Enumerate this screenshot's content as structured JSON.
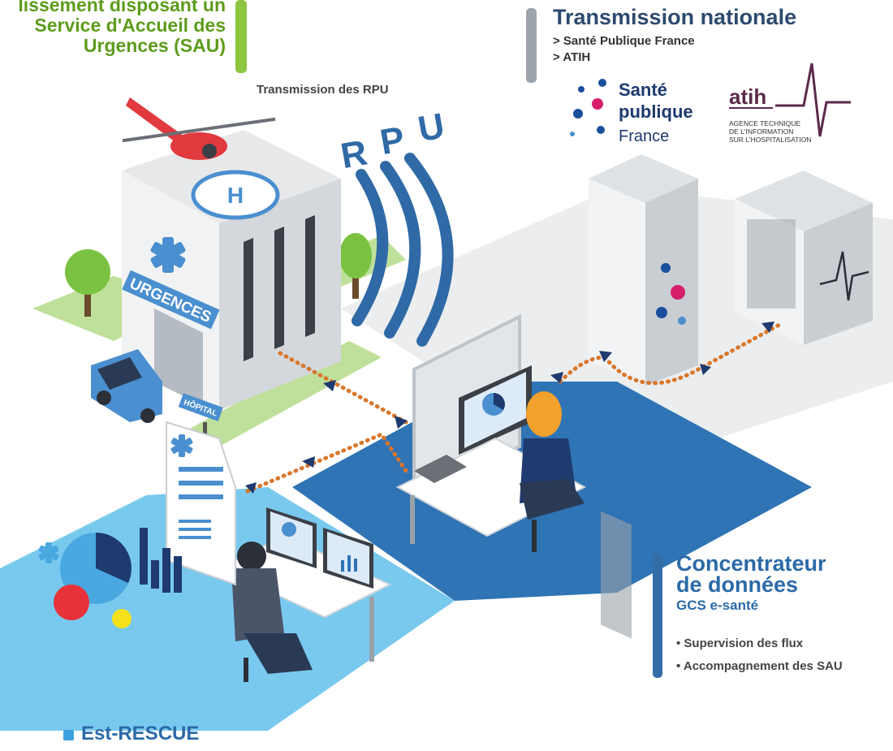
{
  "etablissement": {
    "title": "lissement disposant un Service d'Accueil des Urgences (SAU)"
  },
  "transmission_nationale": {
    "title": "Transmission nationale",
    "items": [
      "> Santé Publique France",
      "> ATIH"
    ]
  },
  "rpu": {
    "label": "Transmission des RPU",
    "letters": [
      "R",
      "P",
      "U"
    ]
  },
  "logos": {
    "spf": {
      "name": [
        "Santé",
        "publique",
        "France"
      ]
    },
    "atih": {
      "name": "atih",
      "subtitle": [
        "AGENCE TECHNIQUE",
        "DE L'INFORMATION",
        "SUR L'HOSPITALISATION"
      ]
    }
  },
  "hospital": {
    "sign": "URGENCES",
    "sign2": "HÔPITAL",
    "helipad": "H"
  },
  "concentrateur": {
    "title": [
      "Concentrateur",
      "de données"
    ],
    "org": "GCS e-santé",
    "bullets": [
      "• Supervision des flux",
      "• Accompagnement des SAU"
    ]
  },
  "footer": {
    "label": "Est-RESCUE"
  },
  "colors": {
    "green": "#8cc63f",
    "blue": "#2b6aa8",
    "light_blue": "#79c9ef",
    "mid_blue": "#2f74b5",
    "grey": "#9ea4ab",
    "orange": "#d9772b"
  }
}
